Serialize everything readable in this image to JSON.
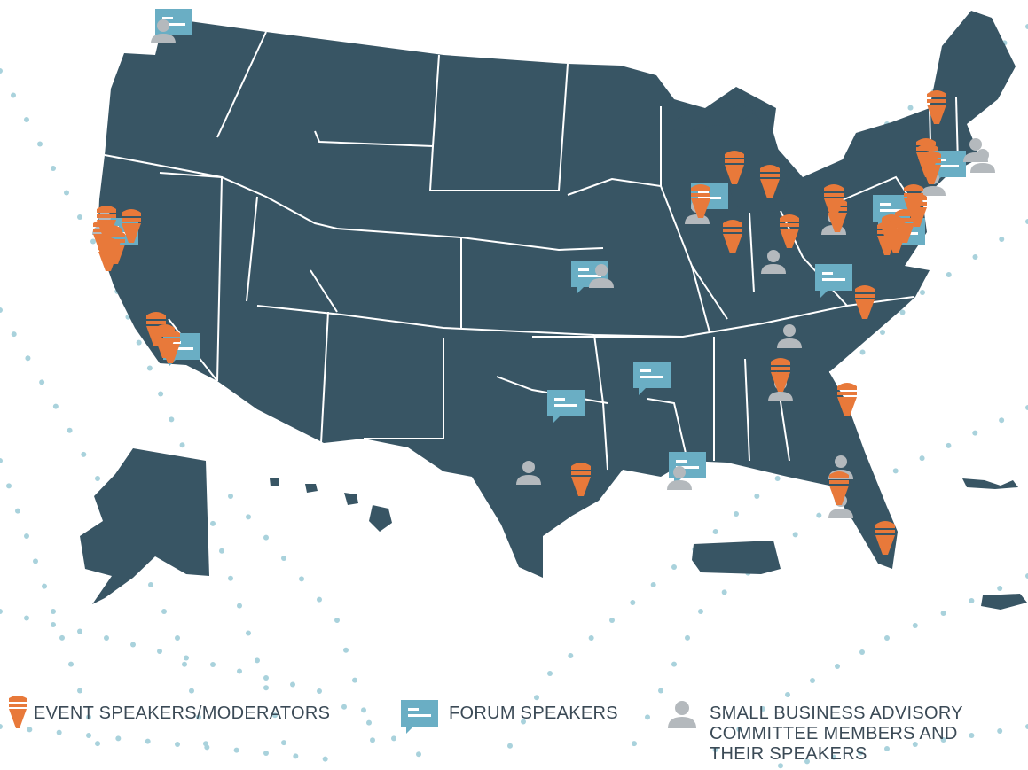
{
  "colors": {
    "land": "#385564",
    "border": "#ffffff",
    "event_marker": "#e8793a",
    "forum_marker": "#6aaec4",
    "advisory_marker": "#b4b9bd",
    "dots": "#a9d2dc",
    "legend_text": "#3b4a56"
  },
  "legend": {
    "event": {
      "label": "EVENT SPEAKERS/MODERATORS",
      "icon": "microphone-icon"
    },
    "forum": {
      "label": "FORUM SPEAKERS",
      "icon": "speech-bubble-icon"
    },
    "advisory": {
      "line1": "SMALL BUSINESS ADVISORY",
      "line2": "COMMITTEE MEMBERS AND",
      "line3": "THEIR SPEAKERS",
      "icon": "person-icon"
    }
  },
  "markers": {
    "event_count": 32,
    "forum_count": 11,
    "advisory_count": 14
  }
}
